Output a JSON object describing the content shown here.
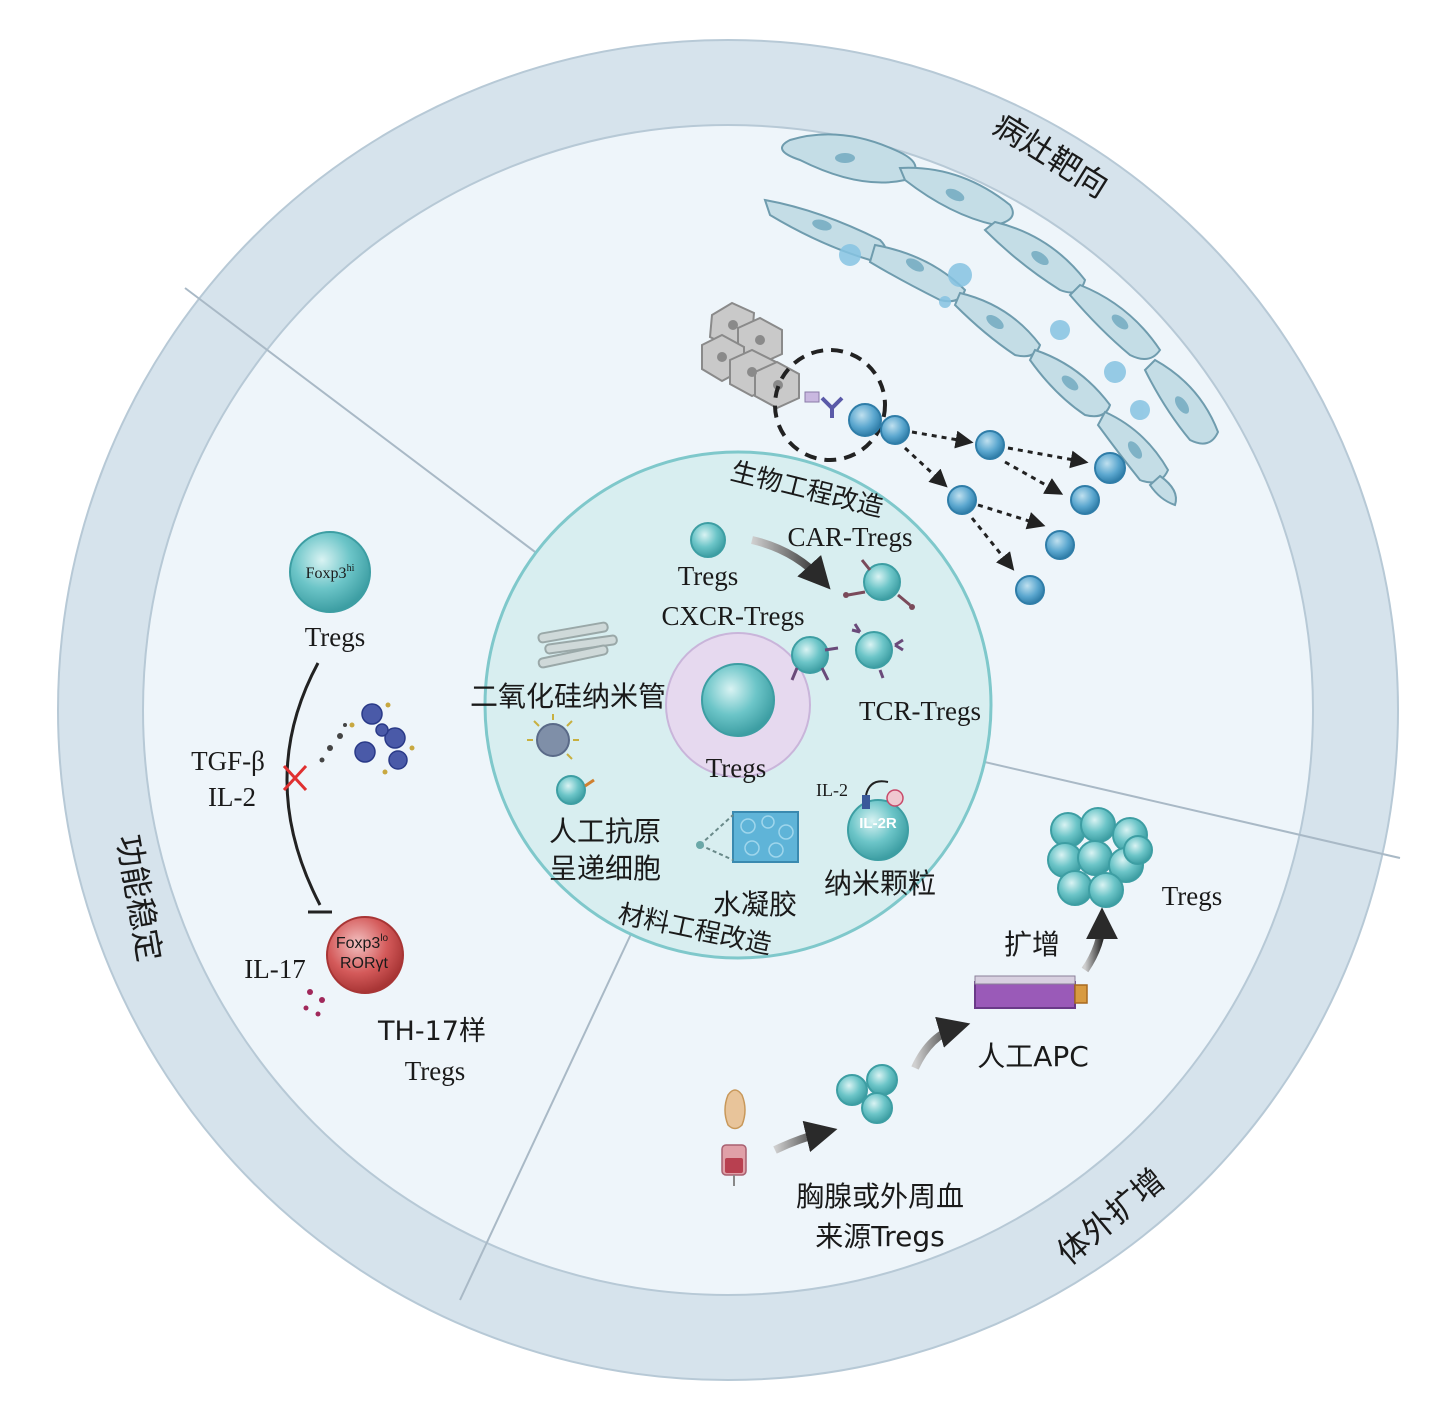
{
  "ring_labels": {
    "lesion_targeting": "病灶靶向",
    "functional_stability": "功能稳定",
    "ex_vivo_expansion": "体外扩增"
  },
  "center": {
    "core_label": "Tregs",
    "bio_engineering_title": "生物工程改造",
    "material_engineering_title": "材料工程改造"
  },
  "bio_engineering": {
    "source_tregs": "Tregs",
    "car_tregs": "CAR-Tregs",
    "cxcr_tregs": "CXCR-Tregs",
    "tcr_tregs": "TCR-Tregs"
  },
  "material_engineering": {
    "silica_nanotube": "二氧化硅纳米管",
    "aapc_line1": "人工抗原",
    "aapc_line2": "呈递细胞",
    "hydrogel": "水凝胶",
    "nanoparticle": "纳米颗粒",
    "il2": "IL-2",
    "il2r": "IL-2R"
  },
  "stability": {
    "foxp3_hi_cell": "Foxp3",
    "foxp3_hi_sup": "hi",
    "tregs": "Tregs",
    "tgf_beta": "TGF-β",
    "il2": "IL-2",
    "foxp3_lo_cell": "Foxp3",
    "foxp3_lo_sup": "lo",
    "roryt": "RORγt",
    "il17": "IL-17",
    "th17_line1": "TH-17样",
    "th17_line2": "Tregs"
  },
  "expansion": {
    "source_line1": "胸腺或外周血",
    "source_line2": "来源Tregs",
    "artificial_apc": "人工APC",
    "expand": "扩增",
    "expanded_tregs": "Tregs"
  },
  "colors": {
    "outer_ring": "#d6e3ec",
    "inner_disk": "#eef5fa",
    "center_disk": "#cdeaea",
    "core_disk": "#e4d7ec",
    "treg_cell": "#5fbcc0",
    "th17_cell": "#c94c4c",
    "target_cell": "#5aa6cf",
    "inhibit_x": "#e03030"
  },
  "icons": [
    "endothelial-cell-icon",
    "tumor-cell-icon",
    "antibody-icon",
    "flask-icon",
    "blood-bag-icon",
    "thymus-icon",
    "hydrogel-icon",
    "nanotube-icon"
  ]
}
